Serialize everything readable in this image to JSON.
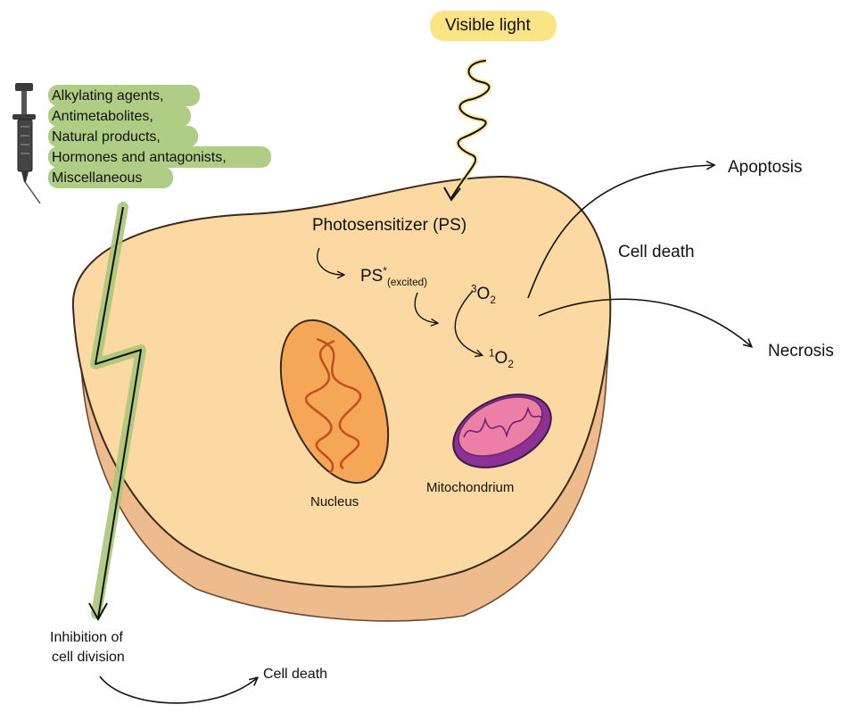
{
  "light_label": "Visible light",
  "drug_classes": [
    "Alkylating agents,",
    "Antimetabolites,",
    "Natural products,",
    "Hormones and antagonists,",
    "Miscellaneous"
  ],
  "ps_label": "Photosensitizer (PS)",
  "ps_excited": {
    "base": "PS",
    "mark": "*",
    "sub": "(excited)"
  },
  "triplet_oxygen": {
    "sup": "3",
    "base": "O",
    "sub": "2"
  },
  "singlet_oxygen": {
    "sup": "1",
    "base": "O",
    "sub": "2"
  },
  "nucleus_label": "Nucleus",
  "mito_label": "Mitochondrium",
  "cell_death_right": "Cell death",
  "apoptosis_label": "Apoptosis",
  "necrosis_label": "Necrosis",
  "inhibition_line1": "Inhibition of",
  "inhibition_line2": "cell division",
  "cell_death_bottom": "Cell death",
  "colors": {
    "cell_fill": "#fcd8a2",
    "cell_shadow": "#eebb8c",
    "highlight_green": "#a8c878",
    "highlight_yellow": "#fbe486",
    "nucleus": "#f5a657",
    "mito_outer": "#8e3196",
    "mito_inner": "#ec7fa6"
  }
}
